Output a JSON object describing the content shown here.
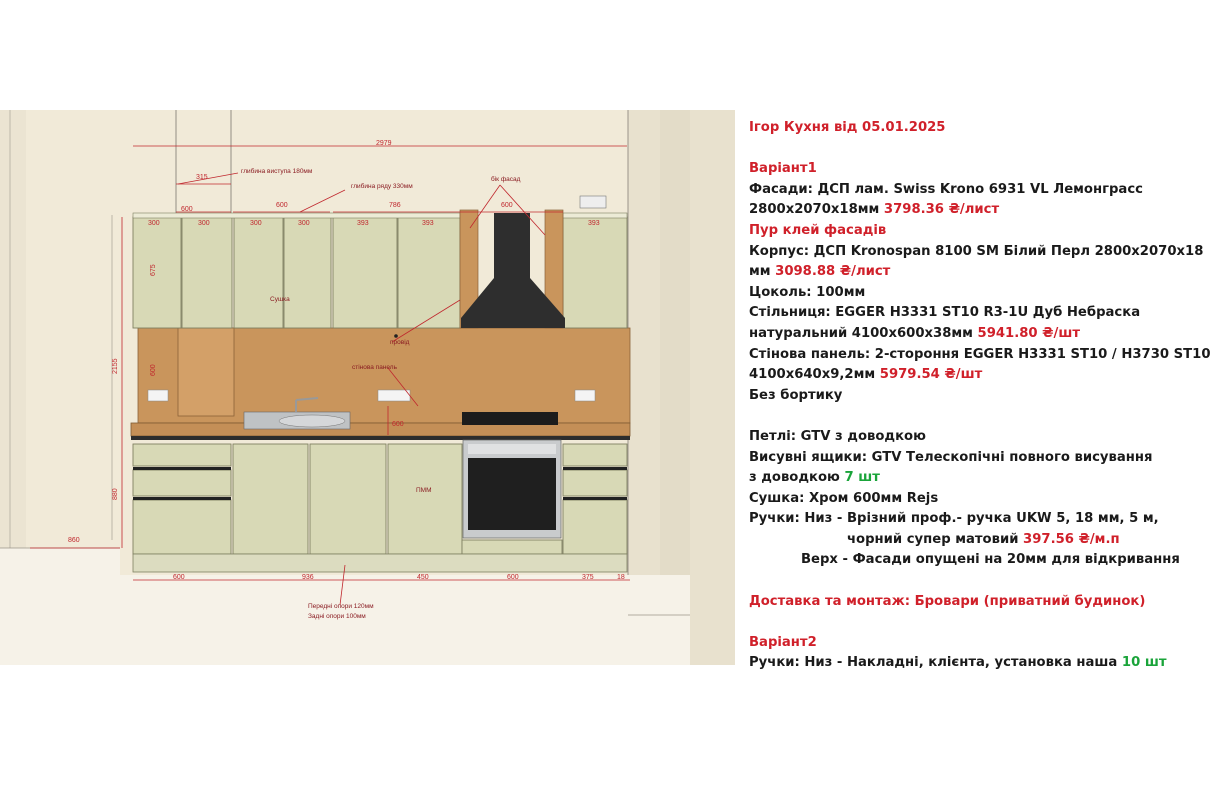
{
  "drawing": {
    "dims": {
      "total_width": "2979",
      "top_600_a": "600",
      "top_315": "315",
      "top_600_b": "600",
      "top_786": "786",
      "hood_600": "600",
      "upper_300_a": "300",
      "upper_300_b": "300",
      "upper_300_c": "300",
      "upper_300_d": "300",
      "upper_393_a": "393",
      "upper_393_b": "393",
      "upper_393_c": "393",
      "upper_height": "675",
      "backsplash_height": "600",
      "total_height": "2155",
      "base_height": "880",
      "floor_860": "860",
      "mid_600": "600",
      "bottom_600": "600",
      "bottom_936": "936",
      "bottom_450": "450",
      "bottom_600_b": "600",
      "bottom_375": "375",
      "bottom_18": "18"
    },
    "notes": {
      "protrusion_depth": "глибина виступа 180мм",
      "row_depth": "глибина ряду 330мм",
      "side_facade": "бік фасад",
      "dryer": "Сушка",
      "wire": "провід",
      "wall_panel": "стінова панель",
      "dishwasher": "ПММ",
      "front_legs": "Передні опори 120мм",
      "back_legs": "Задні опори 100мм"
    },
    "colors": {
      "facade": "#d8d9b6",
      "wood": "#c9955c",
      "wall": "#f1ead8",
      "dim_red": "#c0282e"
    }
  },
  "spec": {
    "title": "Ігор Кухня від 05.01.2025",
    "variant1": "Варіант1",
    "facades_1": "Фасади: ДСП лам. Swiss Krono 6931 VL Лемонграсс",
    "facades_2": "2800x2070x18мм ",
    "facades_price": "3798.36 ₴/лист",
    "pur": "Пур клей фасадів",
    "body_1": "Корпус: ДСП Kronospan 8100 SM Білий Перл 2800x2070x18",
    "body_2": "мм ",
    "body_price": "3098.88 ₴/лист",
    "plinth": "Цоколь: 100мм",
    "worktop_1": "Стільниця: EGGER H3331 ST10 R3-1U Дуб Небраска",
    "worktop_2": "натуральний 4100x600x38мм ",
    "worktop_price": "5941.80 ₴/шт",
    "panel_1": "Стінова панель: 2-стороння EGGER H3331 ST10 / H3730 ST10",
    "panel_2": "4100x640x9,2мм ",
    "panel_price": "5979.54 ₴/шт",
    "no_edge": "Без бортику",
    "hinges": "Петлі: GTV з доводкою",
    "drawers_1": "Висувні ящики: GTV Телескопічні повного висування",
    "drawers_2": "з доводкою ",
    "drawers_count": "7 шт",
    "dryer": "Сушка: Хром 600мм Rejs",
    "handles_1": "Ручки: Низ - Врізний проф.- ручка UKW 5, 18 мм, 5 м,",
    "handles_2": "чорний супер матовий ",
    "handles_price": "397.56 ₴/м.п",
    "handles_3": "Верх - Фасади опущені на 20мм для відкривання",
    "delivery": "Доставка та монтаж: Бровари (приватний будинок)",
    "variant2": "Варіант2",
    "handles_v2": "Ручки: Низ - Накладні, клієнта, установка наша ",
    "handles_v2_count": "10 шт"
  }
}
